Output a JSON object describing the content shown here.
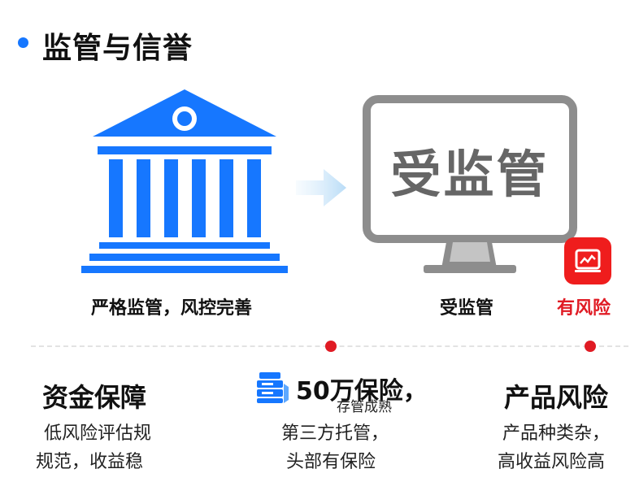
{
  "section_title": "监管与信誉",
  "left_caption": "严格监管，风控完善",
  "monitor_text": "受监管",
  "right_caption": "受监管",
  "risk_label": "有风险",
  "colors": {
    "accent": "#1677ff",
    "risk": "#e01b24"
  },
  "icons": [
    "bank-icon",
    "arrow-right-icon",
    "monitor-icon",
    "risk-chart-icon",
    "stack-icon"
  ],
  "columns": [
    {
      "heading": "资金保障",
      "lines": [
        "低风险评估规",
        "规范，收益稳"
      ]
    },
    {
      "heading_main": "50万保险，",
      "heading_sub": "存管成熟",
      "lines": [
        "第三方托管，",
        "头部有保险"
      ]
    },
    {
      "heading": "产品风险",
      "lines": [
        "产品种类杂，",
        "高收益风险高"
      ]
    }
  ]
}
